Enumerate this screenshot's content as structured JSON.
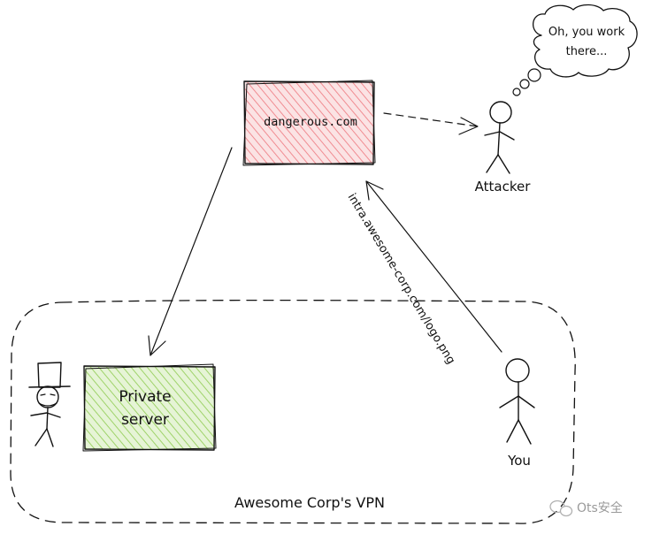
{
  "nodes": {
    "dangerous_site": {
      "label": "dangerous.com",
      "fill": "#f5a3a6"
    },
    "private_server": {
      "label_line1": "Private",
      "label_line2": "server",
      "fill": "#b9e28a"
    }
  },
  "actors": {
    "attacker": {
      "label": "Attacker"
    },
    "you": {
      "label": "You"
    }
  },
  "thought_bubble": {
    "line1": "Oh, you work",
    "line2": "there..."
  },
  "edges": {
    "request_path": {
      "label": "intra.awesome-corp.com/logo.png"
    }
  },
  "vpn": {
    "label": "Awesome Corp's VPN"
  },
  "watermark": {
    "label": "Ots安全"
  },
  "colors": {
    "ink": "#111111",
    "danger_fill": "#f5a3a6",
    "safe_fill": "#b9e28a"
  }
}
